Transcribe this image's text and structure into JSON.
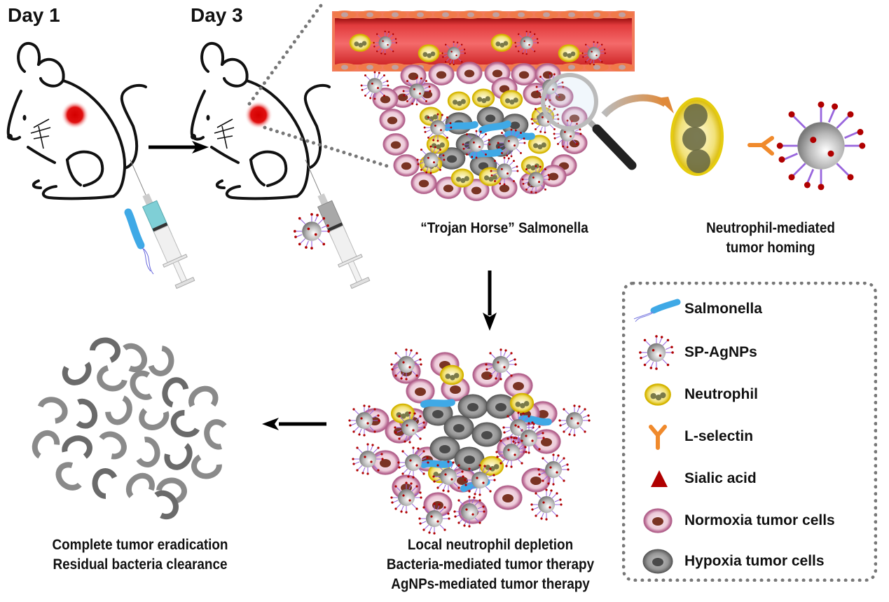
{
  "figure": {
    "timeline": {
      "day1_label": "Day 1",
      "day3_label": "Day 3"
    },
    "captions": {
      "trojan_horse": "“Trojan Horse” Salmonella",
      "homing_line1": "Neutrophil-mediated",
      "homing_line2": "tumor homing",
      "therapy_line1": "Local neutrophil depletion",
      "therapy_line2": "Bacteria-mediated tumor therapy",
      "therapy_line3": "AgNPs-mediated tumor therapy",
      "eradication_line1": "Complete tumor eradication",
      "eradication_line2": "Residual bacteria clearance"
    },
    "legend": {
      "items": [
        {
          "icon": "salmonella-icon",
          "label": "Salmonella"
        },
        {
          "icon": "sp-agnps-icon",
          "label": "SP-AgNPs"
        },
        {
          "icon": "neutrophil-icon",
          "label": "Neutrophil"
        },
        {
          "icon": "l-selectin-icon",
          "label": "L-selectin"
        },
        {
          "icon": "sialic-acid-icon",
          "label": "Sialic acid"
        },
        {
          "icon": "normoxia-cell-icon",
          "label": "Normoxia tumor cells"
        },
        {
          "icon": "hypoxia-cell-icon",
          "label": "Hypoxia tumor cells"
        }
      ]
    },
    "colors": {
      "salmonella": "#3fa9e6",
      "neutrophil": "#e8d020",
      "l_selectin": "#f08a2c",
      "sialic_acid": "#b00000",
      "normoxia_cell": "#e9c6d6",
      "normoxia_nucleus": "#7a3424",
      "hypoxia_cell": "#8a8a8a",
      "vessel": "#e03a3c",
      "tumor_spot": "#d40000",
      "arrow": "#000000",
      "dotted_line": "#777777"
    }
  }
}
